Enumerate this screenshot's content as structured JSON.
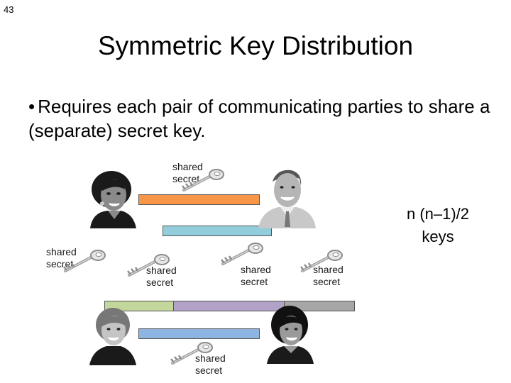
{
  "slide": {
    "number": "43",
    "title": "Symmetric Key Distribution",
    "bullet_symbol": "•",
    "bullet": "Requires each pair of communicating parties to share a (separate) secret key."
  },
  "diagram": {
    "labels": {
      "top": "shared secret",
      "left": "shared secret",
      "middle_left": "shared secret",
      "middle_center": "shared secret",
      "middle_right": "shared secret",
      "bottom": "shared secret"
    },
    "formula_line1": "n (n–1)/2",
    "formula_line2": "keys",
    "colors": {
      "orange_bar": "#f79646",
      "blue_bar": "#92cddc",
      "green_bar": "#c3d69b",
      "purple_bar": "#b3a2c7",
      "gray_bar": "#a6a6a6",
      "blue_bar_2": "#8eb4e3",
      "key": "#a6a6a6"
    },
    "icons": [
      "key-icon",
      "woman-avatar",
      "man-avatar",
      "woman-avatar-2",
      "woman-avatar-3"
    ]
  }
}
